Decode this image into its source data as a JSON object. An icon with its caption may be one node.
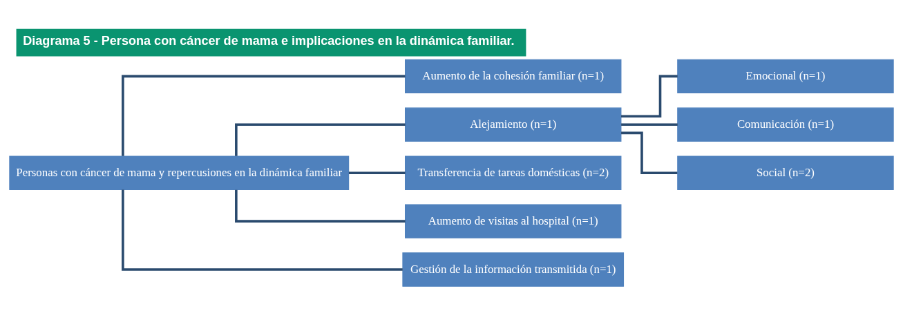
{
  "diagram": {
    "title": "Diagrama 5 - Persona con cáncer de mama e implicaciones en la dinámica familiar.",
    "nodes": [
      {
        "text": [
          "Personas con cáncer de mama y repercusiones en la dinámica familiar"
        ]
      },
      {
        "text": [
          "Aumento de la cohesión familiar (n=1)"
        ]
      },
      {
        "text": [
          "Alejamiento (n=1)"
        ]
      },
      {
        "text": [
          "Transferencia de tareas domésticas (n=2)"
        ]
      },
      {
        "text": [
          "Aumento de visitas al hospital (n=1)"
        ]
      },
      {
        "text": [
          "Gestión de la información transmitida (n=1)"
        ]
      },
      {
        "text": [
          "Emocional (n=1)"
        ]
      },
      {
        "text": [
          "Comunicación (n=1)"
        ]
      },
      {
        "text": [
          "Social (n=2)"
        ]
      }
    ],
    "edges": [
      {
        "from": 0,
        "to": 1,
        "arrow": "none"
      },
      {
        "from": 0,
        "to": 2,
        "arrow": "none"
      },
      {
        "from": 0,
        "to": 3,
        "arrow": "none"
      },
      {
        "from": 0,
        "to": 4,
        "arrow": "none"
      },
      {
        "from": 0,
        "to": 5,
        "arrow": "none"
      },
      {
        "from": 2,
        "to": 6,
        "arrow": "none"
      },
      {
        "from": 2,
        "to": 7,
        "arrow": "none"
      },
      {
        "from": 2,
        "to": 8,
        "arrow": "none"
      }
    ]
  }
}
